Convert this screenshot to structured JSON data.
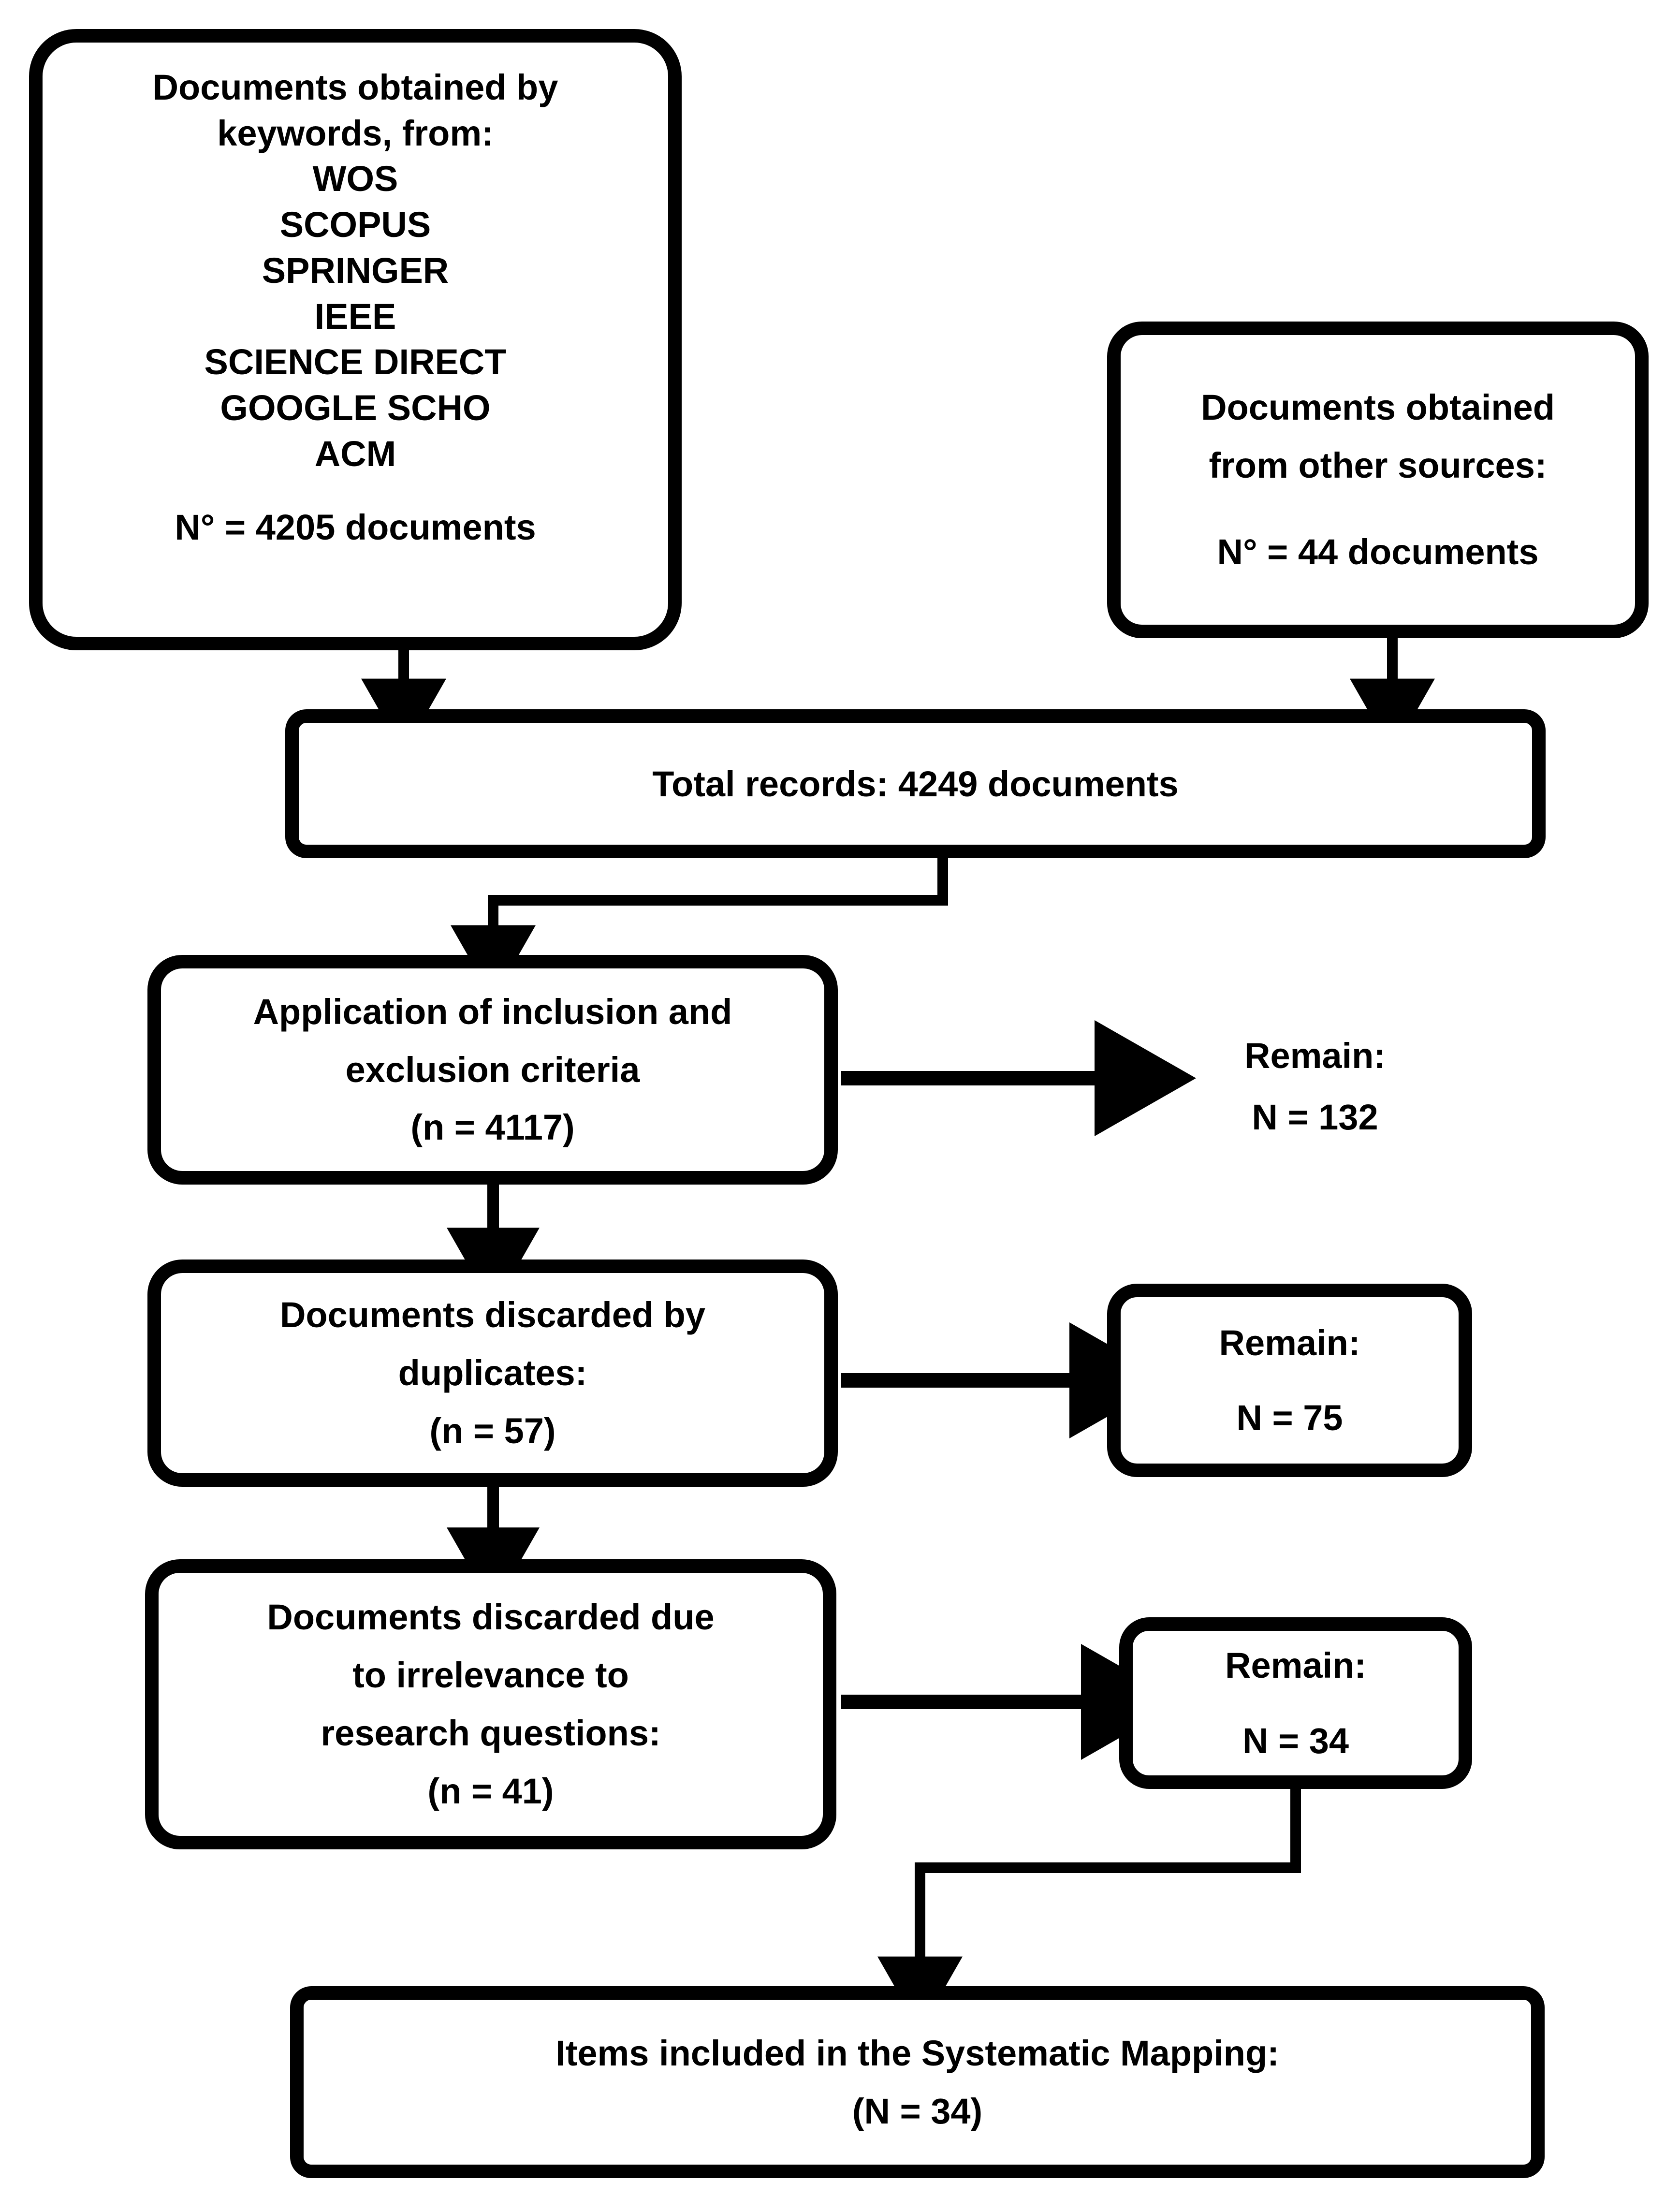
{
  "diagram": {
    "title": "Systematic mapping study selection flow",
    "stroke_color": "#000000",
    "background_color": "#ffffff"
  },
  "nodes": {
    "keywords": {
      "line1": "Documents obtained by",
      "line2": "keywords, from:",
      "sources": [
        "WOS",
        "SCOPUS",
        "SPRINGER",
        "IEEE",
        "SCIENCE DIRECT",
        "GOOGLE SCHO",
        "ACM"
      ],
      "count": "N° = 4205 documents"
    },
    "other_sources": {
      "line1": "Documents obtained",
      "line2": "from other sources:",
      "count": "N° = 44 documents"
    },
    "total_records": {
      "label": "Total records: 4249 documents"
    },
    "criteria": {
      "line1": "Application of inclusion and",
      "line2": "exclusion criteria",
      "count": "(n = 4117)"
    },
    "remain_132": {
      "line1": "Remain:",
      "line2": "N = 132"
    },
    "duplicates": {
      "line1": "Documents discarded by",
      "line2": "duplicates:",
      "count": "(n = 57)"
    },
    "remain_75": {
      "line1": "Remain:",
      "line2": "N = 75"
    },
    "irrelevance": {
      "line1": "Documents discarded due",
      "line2": "to irrelevance to",
      "line3": "research questions:",
      "count": "(n = 41)"
    },
    "remain_34": {
      "line1": "Remain:",
      "line2": "N = 34"
    },
    "included": {
      "line1": "Items included in the Systematic Mapping:",
      "count": "(N = 34)"
    }
  }
}
